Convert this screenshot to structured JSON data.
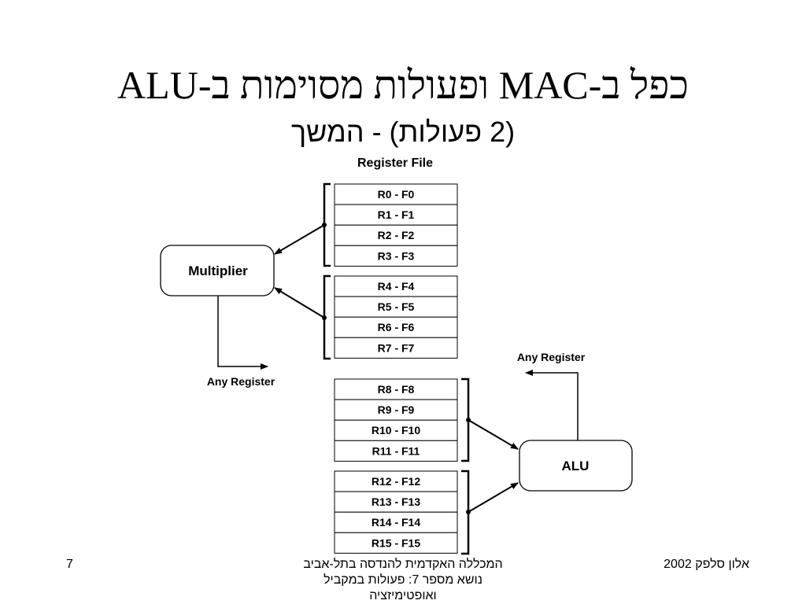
{
  "title": {
    "line1": "כפל ב-MAC ופעולות מסוימות ב-ALU",
    "line2": "(2 פעולות) - המשך"
  },
  "diagram": {
    "register_file_label": "Register File",
    "registers": [
      "R0 - F0",
      "R1 - F1",
      "R2 - F2",
      "R3 - F3",
      "R4 - F4",
      "R5 - F5",
      "R6 - F6",
      "R7 - F7",
      "R8 - F8",
      "R9 - F9",
      "R10 - F10",
      "R11 - F11",
      "R12 - F12",
      "R13 - F13",
      "R14 - F14",
      "R15 - F15"
    ],
    "multiplier_label": "Multiplier",
    "alu_label": "ALU",
    "multiplier_output_label": "Any Register",
    "alu_output_label": "Any Register"
  },
  "footer": {
    "page_number": "7",
    "institution": "המכללה האקדמית להנדסה בתל-אביב",
    "topic": "נושא מספר 7: פעולות במקביל",
    "topic_cont": "ואופטימיזציה",
    "author_year": "אלון סלפק 2002"
  }
}
